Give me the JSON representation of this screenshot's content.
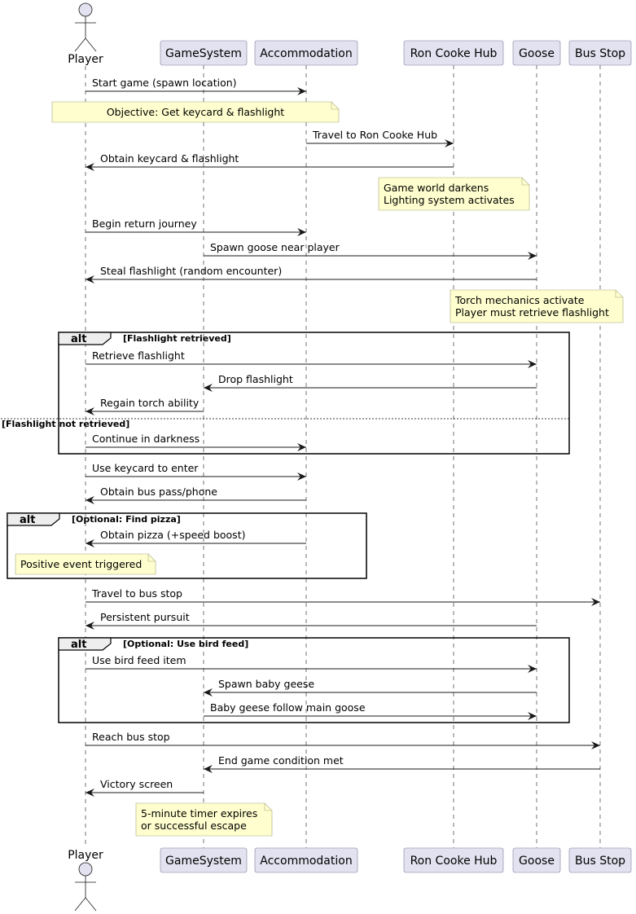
{
  "colors": {
    "participant_fill": "#e2e2f0",
    "participant_stroke": "#7f7f9f",
    "note_fill": "#fefece",
    "note_stroke": "#a8a87e",
    "line": "#181818",
    "lifeline": "#181818",
    "frame": "#000000",
    "text": "#000000"
  },
  "participants": [
    {
      "id": "player",
      "label": "Player",
      "kind": "actor"
    },
    {
      "id": "gamesystem",
      "label": "GameSystem",
      "kind": "participant"
    },
    {
      "id": "accommodation",
      "label": "Accommodation",
      "kind": "participant"
    },
    {
      "id": "roncooke",
      "label": "Ron Cooke Hub",
      "kind": "participant"
    },
    {
      "id": "goose",
      "label": "Goose",
      "kind": "participant"
    },
    {
      "id": "busstop",
      "label": "Bus Stop",
      "kind": "participant"
    }
  ],
  "messages": [
    {
      "from": "player",
      "to": "accommodation",
      "label": "Start game (spawn location)"
    },
    {
      "from": "accommodation",
      "to": "roncooke",
      "label": "Travel to Ron Cooke Hub"
    },
    {
      "from": "roncooke",
      "to": "player",
      "label": "Obtain keycard & flashlight"
    },
    {
      "from": "player",
      "to": "accommodation",
      "label": "Begin return journey"
    },
    {
      "from": "gamesystem",
      "to": "goose",
      "label": "Spawn goose near player"
    },
    {
      "from": "goose",
      "to": "player",
      "label": "Steal flashlight (random encounter)"
    },
    {
      "from": "player",
      "to": "goose",
      "label": "Retrieve flashlight"
    },
    {
      "from": "goose",
      "to": "gamesystem",
      "label": "Drop flashlight"
    },
    {
      "from": "gamesystem",
      "to": "player",
      "label": "Regain torch ability"
    },
    {
      "from": "player",
      "to": "accommodation",
      "label": "Continue in darkness"
    },
    {
      "from": "player",
      "to": "accommodation",
      "label": "Use keycard to enter"
    },
    {
      "from": "accommodation",
      "to": "player",
      "label": "Obtain bus pass/phone"
    },
    {
      "from": "accommodation",
      "to": "player",
      "label": "Obtain pizza (+speed boost)"
    },
    {
      "from": "player",
      "to": "busstop",
      "label": "Travel to bus stop"
    },
    {
      "from": "goose",
      "to": "player",
      "label": "Persistent pursuit"
    },
    {
      "from": "player",
      "to": "goose",
      "label": "Use bird feed item"
    },
    {
      "from": "goose",
      "to": "gamesystem",
      "label": "Spawn baby geese"
    },
    {
      "from": "gamesystem",
      "to": "goose",
      "label": "Baby geese follow main goose"
    },
    {
      "from": "player",
      "to": "busstop",
      "label": "Reach bus stop"
    },
    {
      "from": "busstop",
      "to": "gamesystem",
      "label": "End game condition met"
    },
    {
      "from": "gamesystem",
      "to": "player",
      "label": "Victory screen"
    }
  ],
  "notes": [
    {
      "lines": [
        "Objective: Get keycard & flashlight"
      ]
    },
    {
      "lines": [
        "Game world darkens",
        "Lighting system activates"
      ]
    },
    {
      "lines": [
        "Torch mechanics activate",
        "Player must retrieve flashlight"
      ]
    },
    {
      "lines": [
        "Positive event triggered"
      ]
    },
    {
      "lines": [
        "5-minute timer expires",
        "or successful escape"
      ]
    }
  ],
  "fragments": [
    {
      "keyword": "alt",
      "guard": "[Flashlight retrieved]",
      "else_guard": "[Flashlight not retrieved]"
    },
    {
      "keyword": "alt",
      "guard": "[Optional: Find pizza]"
    },
    {
      "keyword": "alt",
      "guard": "[Optional: Use bird feed]"
    }
  ]
}
